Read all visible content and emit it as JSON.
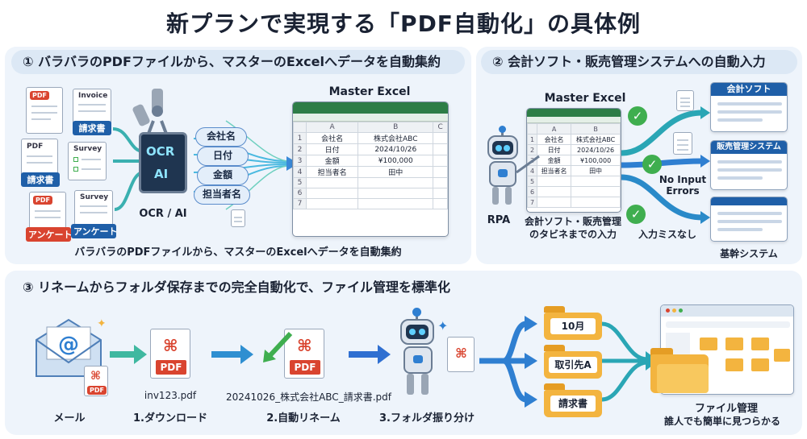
{
  "title": "新プランで実現する「PDF自動化」の具体例",
  "section1": {
    "heading": "① バラバラのPDFファイルから、マスターのExcelへデータを自動集約",
    "docs": [
      {
        "tag": "請求書",
        "sub": "Invoice",
        "tagColor": "#1f5fa8"
      },
      {
        "tag": "請求書",
        "sub": "PDF",
        "tagColor": "#1f5fa8"
      },
      {
        "tag": "アンケート",
        "sub": "Survey",
        "tagColor": "#d9442f"
      },
      {
        "tag": "アンケート",
        "sub": "Survey",
        "tagColor": "#1f5fa8"
      }
    ],
    "doc_top_left_badge": "PDF",
    "doc_mid_badge": "PDF",
    "doc_bot_badge": "PDF",
    "ocr_screen_top": "OCR",
    "ocr_screen_bottom": "AI",
    "ocr_label": "OCR / AI",
    "fields": [
      "会社名",
      "日付",
      "金額",
      "担当者名"
    ],
    "excel_title": "Master Excel",
    "excel_cols": [
      "",
      "A",
      "B",
      "C"
    ],
    "excel_rows": [
      [
        "1",
        "会社名",
        "株式会社ABC",
        ""
      ],
      [
        "2",
        "日付",
        "2024/10/26",
        ""
      ],
      [
        "3",
        "金額",
        "¥100,000",
        ""
      ],
      [
        "4",
        "担当者名",
        "田中",
        ""
      ],
      [
        "5",
        "",
        "",
        ""
      ],
      [
        "6",
        "",
        "",
        ""
      ],
      [
        "7",
        "",
        "",
        ""
      ]
    ],
    "caption": "バラバラのPDFファイルから、マスターのExcelへデータを自動集約"
  },
  "section2": {
    "heading": "② 会計ソフト・販売管理システムへの自動入力",
    "excel_title": "Master Excel",
    "excel_cols": [
      "",
      "A",
      "B"
    ],
    "excel_rows": [
      [
        "1",
        "会社名",
        "株式会社ABC"
      ],
      [
        "2",
        "日付",
        "2024/10/26"
      ],
      [
        "3",
        "金額",
        "¥100,000"
      ],
      [
        "4",
        "担当者名",
        "田中"
      ],
      [
        "5",
        "",
        ""
      ],
      [
        "6",
        "",
        ""
      ],
      [
        "7",
        "",
        ""
      ]
    ],
    "robot_label": "RPA",
    "input_caption_1": "会計ソフト・販売管理",
    "input_caption_2": "のタビネまでの入力",
    "no_input_errors_1": "No Input",
    "no_input_errors_2": "Errors",
    "input_errors_jp": "入力ミスなし",
    "systems": [
      "会計ソフト",
      "販売管理システム"
    ],
    "core_system_label": "基幹システム"
  },
  "section3": {
    "heading": "③ リネームからフォルダ保存までの完全自動化で、ファイル管理を標準化",
    "mail_label": "メール",
    "mail_pdf_badge": "PDF",
    "pdf_badge": "PDF",
    "step1_file": "inv123.pdf",
    "step1_label": "1.ダウンロード",
    "step2_file": "20241026_株式会社ABC_請求書.pdf",
    "step2_label": "2.自動リネーム",
    "step3_label": "3.フォルダ振り分け",
    "folders": [
      "10月",
      "取引先A",
      "請求書"
    ],
    "final_label_1": "ファイル管理",
    "final_label_2": "誰人でも簡単に見つらかる"
  },
  "colors": {
    "accent_blue": "#1f5fa8",
    "pdf_red": "#d9442f",
    "excel_green": "#2d7d46",
    "check_green": "#3fae4f",
    "folder_yellow": "#f3b43f",
    "panel_bg": "#eef4fb"
  }
}
